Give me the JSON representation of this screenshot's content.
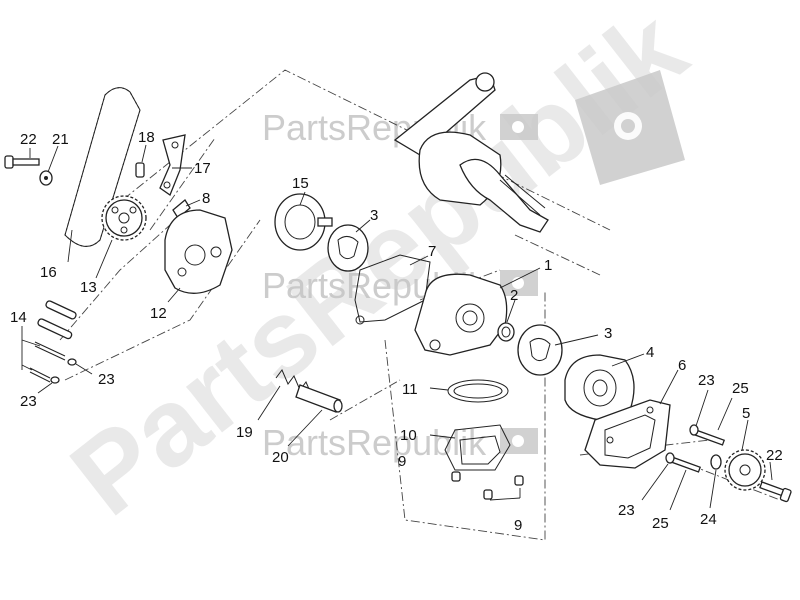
{
  "watermark": {
    "brand": "PartsRepublik",
    "icon": "gear-flag-icon"
  },
  "callouts": {
    "c1": "1",
    "c2": "2",
    "c3a": "3",
    "c3b": "3",
    "c4": "4",
    "c5": "5",
    "c6": "6",
    "c7": "7",
    "c8": "8",
    "c9a": "9",
    "c9b": "9",
    "c10": "10",
    "c11": "11",
    "c12": "12",
    "c13": "13",
    "c14": "14",
    "c15": "15",
    "c16": "16",
    "c17": "17",
    "c18": "18",
    "c19": "19",
    "c20": "20",
    "c21": "21",
    "c22a": "22",
    "c22b": "22",
    "c23a": "23",
    "c23b": "23",
    "c23c": "23",
    "c23d": "23",
    "c24": "24",
    "c25a": "25",
    "c25b": "25"
  },
  "colors": {
    "line": "#222222",
    "watermark": "#c4c4c4",
    "background": "#ffffff"
  }
}
